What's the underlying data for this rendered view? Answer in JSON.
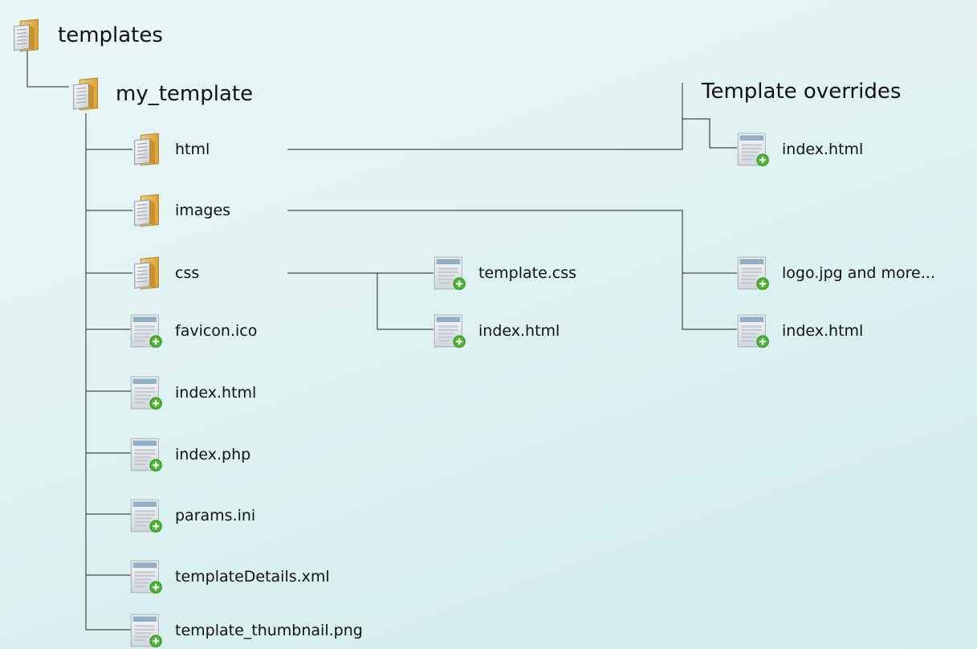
{
  "heading": "Template overrides",
  "root": {
    "label": "templates",
    "icon": "folder-icon"
  },
  "template_folder": {
    "label": "my_template",
    "icon": "folder-icon"
  },
  "items": [
    {
      "label": "html",
      "icon": "folder-icon"
    },
    {
      "label": "images",
      "icon": "folder-icon"
    },
    {
      "label": "css",
      "icon": "folder-icon"
    },
    {
      "label": "favicon.ico",
      "icon": "file-icon"
    },
    {
      "label": "index.html",
      "icon": "file-icon"
    },
    {
      "label": "index.php",
      "icon": "file-icon"
    },
    {
      "label": "params.ini",
      "icon": "file-icon"
    },
    {
      "label": "templateDetails.xml",
      "icon": "file-icon"
    },
    {
      "label": "template_thumbnail.png",
      "icon": "file-icon"
    }
  ],
  "css_children": [
    {
      "label": "template.css",
      "icon": "file-icon"
    },
    {
      "label": "index.html",
      "icon": "file-icon"
    }
  ],
  "html_children": [
    {
      "label": "index.html",
      "icon": "file-icon"
    }
  ],
  "images_children": [
    {
      "label": "logo.jpg and more...",
      "icon": "file-icon"
    },
    {
      "label": "index.html",
      "icon": "file-icon"
    }
  ]
}
